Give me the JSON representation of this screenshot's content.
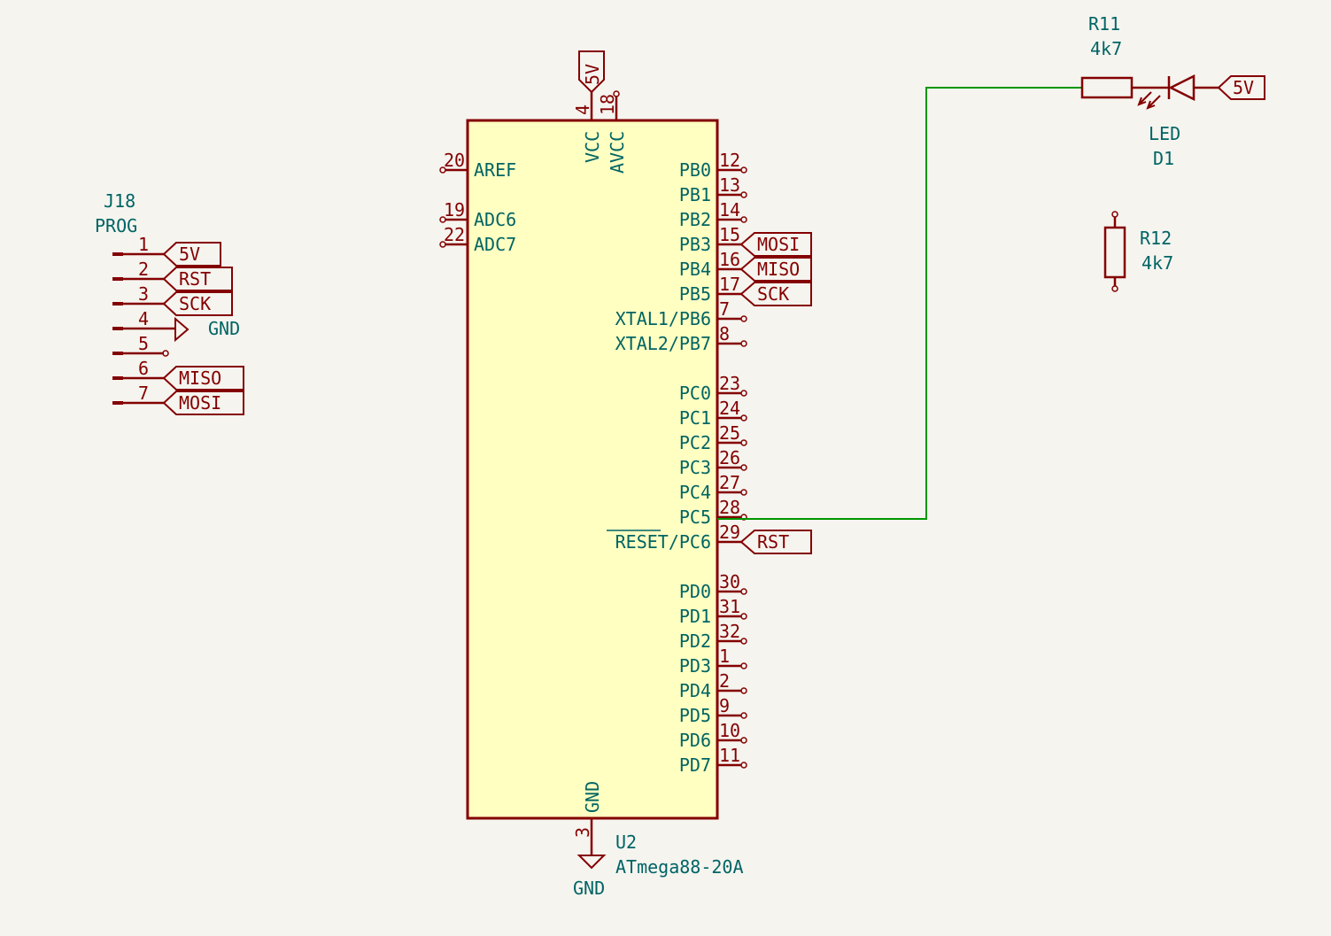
{
  "colors": {
    "background": "#f5f4ef",
    "symbol": "#840000",
    "body_fill": "#ffffc2",
    "ref_text": "#006464",
    "wire": "#009600"
  },
  "mcu": {
    "ref": "U2",
    "value": "ATmega88-20A",
    "gnd_label": "GND",
    "top_pins": [
      {
        "num": "4",
        "name": "VCC",
        "net": "5V"
      },
      {
        "num": "18",
        "name": "AVCC"
      }
    ],
    "bottom_pin": {
      "num": "3",
      "name": "GND"
    },
    "left_pins": [
      {
        "num": "20",
        "name": "AREF"
      },
      {
        "num": "19",
        "name": "ADC6"
      },
      {
        "num": "22",
        "name": "ADC7"
      }
    ],
    "right_pins": [
      {
        "num": "12",
        "name": "PB0"
      },
      {
        "num": "13",
        "name": "PB1"
      },
      {
        "num": "14",
        "name": "PB2"
      },
      {
        "num": "15",
        "name": "PB3",
        "net": "MOSI"
      },
      {
        "num": "16",
        "name": "PB4",
        "net": "MISO"
      },
      {
        "num": "17",
        "name": "PB5",
        "net": "SCK"
      },
      {
        "num": "7",
        "name": "XTAL1/PB6"
      },
      {
        "num": "8",
        "name": "XTAL2/PB7"
      },
      {
        "num": "23",
        "name": "PC0"
      },
      {
        "num": "24",
        "name": "PC1"
      },
      {
        "num": "25",
        "name": "PC2"
      },
      {
        "num": "26",
        "name": "PC3"
      },
      {
        "num": "27",
        "name": "PC4"
      },
      {
        "num": "28",
        "name": "PC5"
      },
      {
        "num": "29",
        "name": "RESET/PC6",
        "net": "RST"
      },
      {
        "num": "30",
        "name": "PD0"
      },
      {
        "num": "31",
        "name": "PD1"
      },
      {
        "num": "32",
        "name": "PD2"
      },
      {
        "num": "1",
        "name": "PD3"
      },
      {
        "num": "2",
        "name": "PD4"
      },
      {
        "num": "9",
        "name": "PD5"
      },
      {
        "num": "10",
        "name": "PD6"
      },
      {
        "num": "11",
        "name": "PD7"
      }
    ]
  },
  "connector": {
    "ref": "J18",
    "value": "PROG",
    "gnd_label": "GND",
    "pins": [
      {
        "num": "1",
        "net": "5V"
      },
      {
        "num": "2",
        "net": "RST"
      },
      {
        "num": "3",
        "net": "SCK"
      },
      {
        "num": "4",
        "net": "GND"
      },
      {
        "num": "5"
      },
      {
        "num": "6",
        "net": "MISO"
      },
      {
        "num": "7",
        "net": "MOSI"
      }
    ]
  },
  "r11": {
    "ref": "R11",
    "value": "4k7",
    "net": "5V"
  },
  "led": {
    "ref": "D1",
    "value": "LED"
  },
  "r12": {
    "ref": "R12",
    "value": "4k7"
  }
}
